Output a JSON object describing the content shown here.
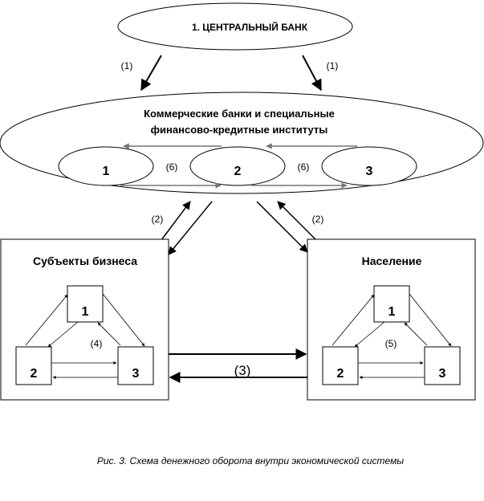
{
  "central_bank": "1.   ЦЕНТРАЛЬНЫЙ БАНК",
  "commercial": {
    "line1": "Коммерческие  банки  и специальные",
    "line2": "финансово-кредитные   институты",
    "bank_1": "1",
    "bank_2": "2",
    "bank_3": "3"
  },
  "business": {
    "title": "Субъекты бизнеса",
    "n1": "1",
    "n2": "2",
    "n3": "3"
  },
  "population": {
    "title": "Население",
    "n1": "1",
    "n2": "2",
    "n3": "3"
  },
  "flow_labels": {
    "f1_left": "(1)",
    "f1_right": "(1)",
    "f6_left": "(6)",
    "f6_right": "(6)",
    "f2_left": "(2)",
    "f2_right": "(2)",
    "f3": "(3)",
    "f4": "(4)",
    "f5": "(5)"
  },
  "caption": "Рис. 3. Схема денежного оборота внутри экономической системы"
}
